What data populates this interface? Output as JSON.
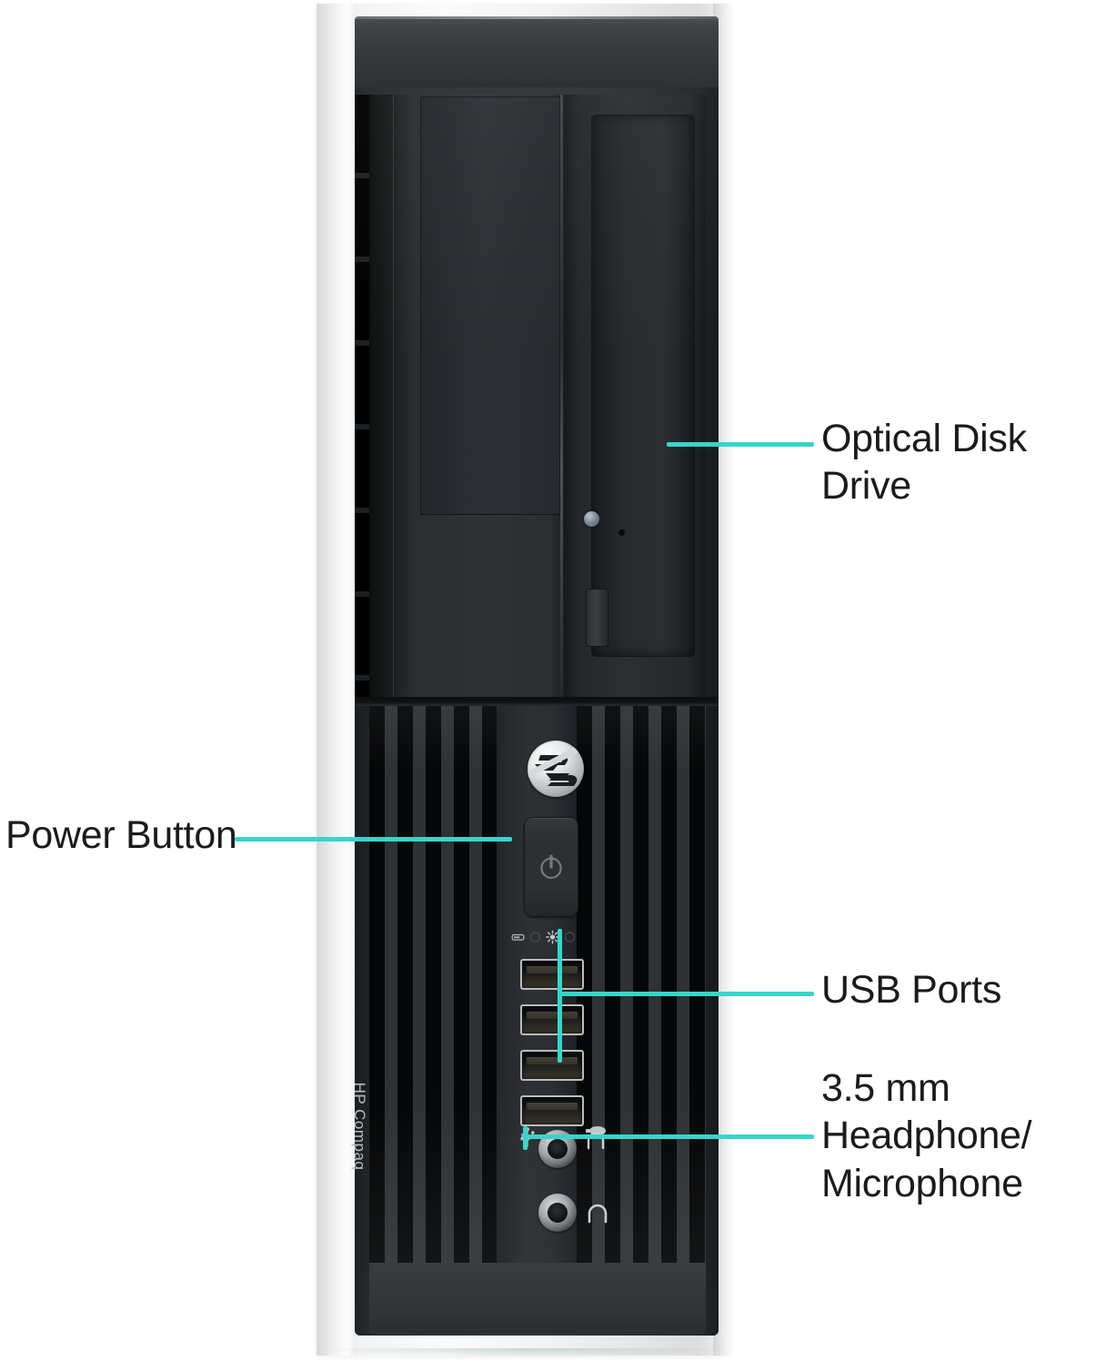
{
  "product": {
    "brand_badge": "hp-logo",
    "side_wordmark": "HP Compaq"
  },
  "accent_color": "#35d6cb",
  "text_color": "#1b1b1b",
  "background_color": "#ffffff",
  "annotations": [
    {
      "id": "optical-disk-drive",
      "label": "Optical Disk Drive",
      "leader": "horizontal",
      "points_to": "optical-drive-tray"
    },
    {
      "id": "power-button",
      "label": "Power Button",
      "leader": "horizontal",
      "points_to": "power-button"
    },
    {
      "id": "usb-ports",
      "label": "USB Ports",
      "leader": "bracket",
      "points_to": "usb-port-stack"
    },
    {
      "id": "audio-jacks",
      "label": "3.5 mm\nHeadphone/\nMicrophone",
      "leader": "bracket",
      "points_to": "audio-jack-stack"
    }
  ],
  "front_panel": {
    "optical_drive": {
      "name": "Optical Disk Drive",
      "eject_button": "eject-button",
      "activity_led": "activity-led",
      "emergency_pinhole": "pinhole"
    },
    "power_button": {
      "name": "Power Button",
      "icon": "power-icon"
    },
    "status_leds": [
      {
        "name": "hard-drive-activity",
        "icon": "drive-icon"
      },
      {
        "name": "power-status",
        "icon": "sun-gear-icon"
      }
    ],
    "usb_ports": {
      "name": "USB Ports",
      "count": 4,
      "icon": "usb-trident-icon"
    },
    "audio_jacks": [
      {
        "name": "microphone-jack",
        "icon": "microphone-icon"
      },
      {
        "name": "headphone-jack",
        "icon": "headphone-icon"
      }
    ],
    "vents": {
      "name": "ventilation-grille"
    }
  }
}
